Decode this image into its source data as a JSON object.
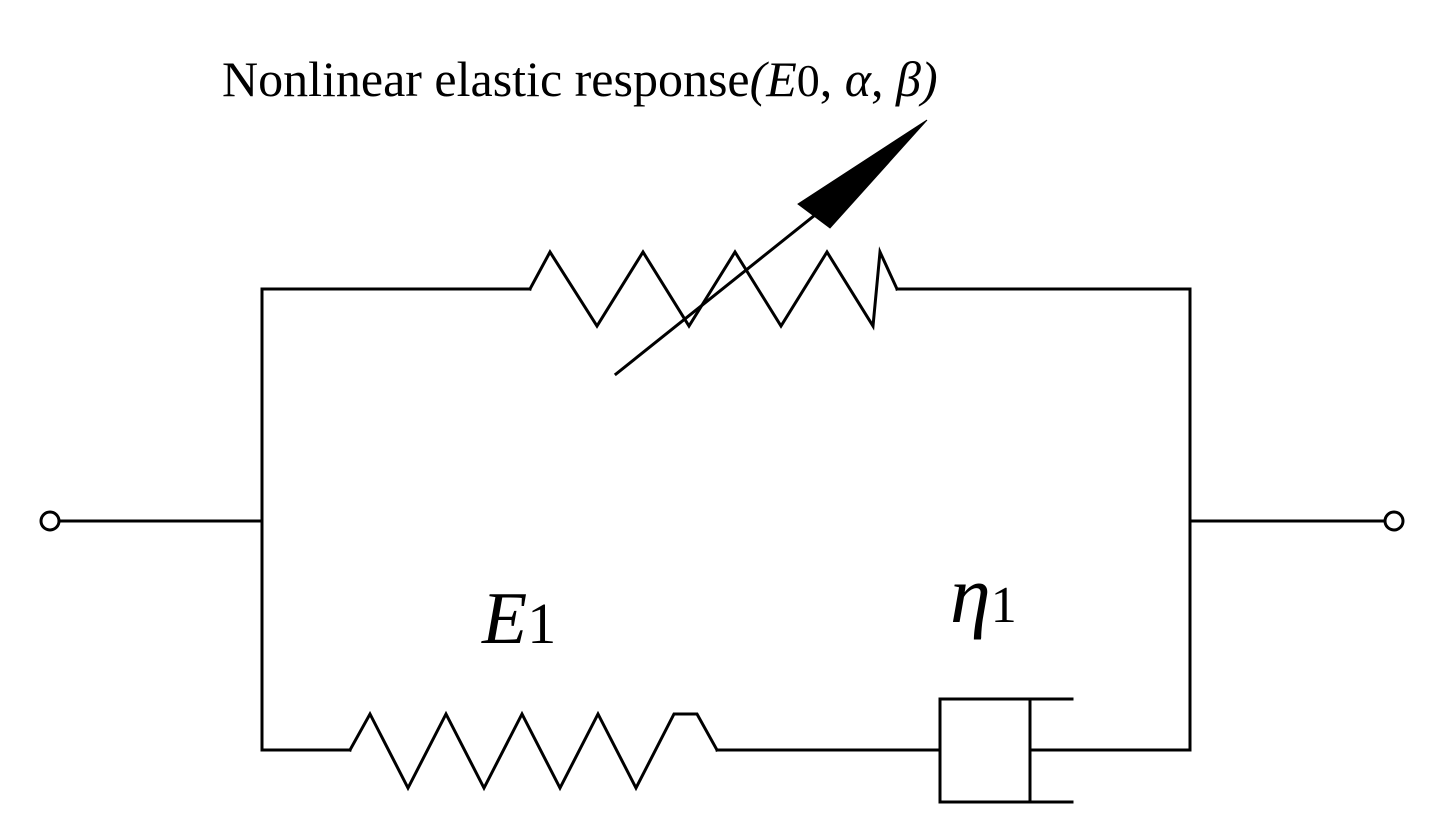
{
  "annotation": {
    "caption": "Nonlinear elastic response",
    "params_open": "(",
    "param_e_symbol": "E",
    "param_e_subscript": "0",
    "param_sep_1": ", ",
    "param_alpha": "α",
    "param_sep_2": ", ",
    "param_beta": "β",
    "params_close": ")"
  },
  "labels": {
    "spring_symbol": "E",
    "spring_subscript": "1",
    "dashpot_symbol": "η",
    "dashpot_subscript": "1"
  },
  "colors": {
    "line": "#000000",
    "background": "#ffffff"
  }
}
